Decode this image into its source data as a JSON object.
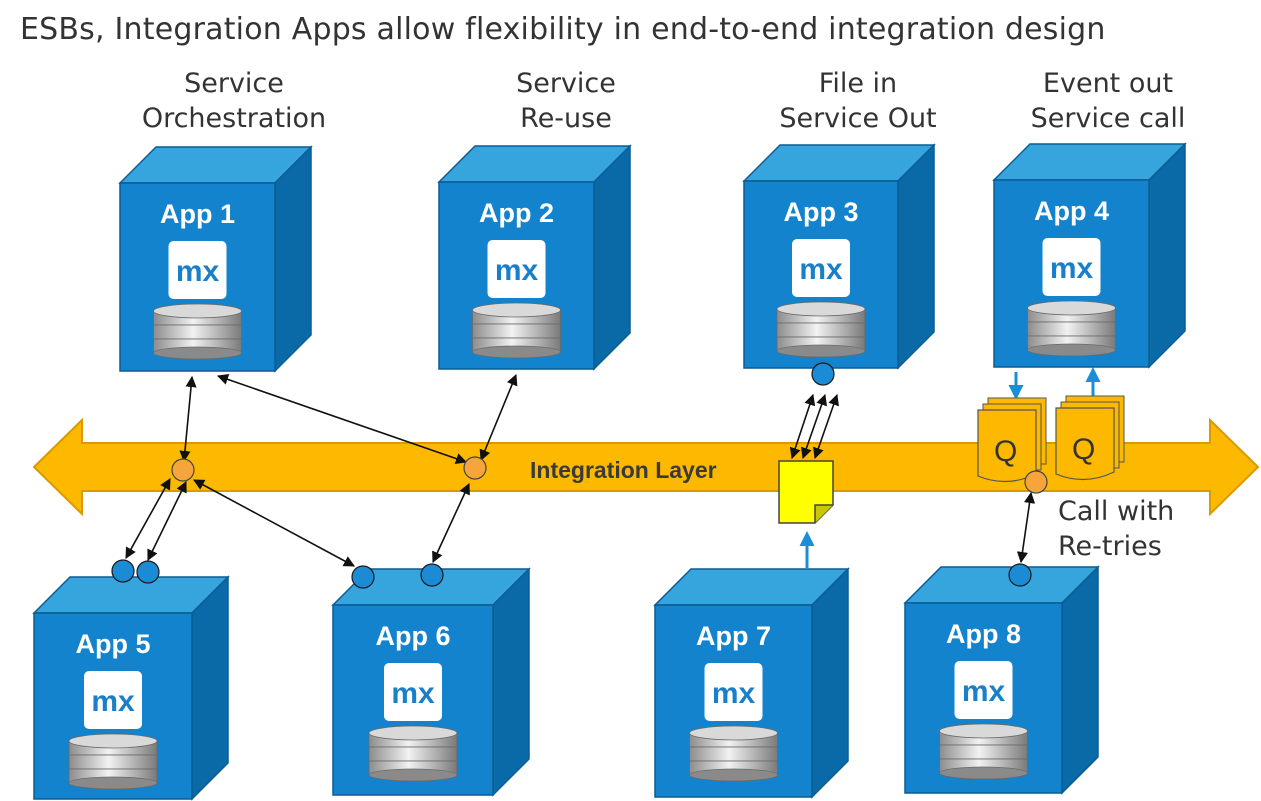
{
  "title": "ESBs, Integration Apps allow flexibility in end-to-end integration design",
  "captions": {
    "orchestration": [
      "Service",
      "Orchestration"
    ],
    "reuse": [
      "Service",
      "Re-use"
    ],
    "file": [
      "File in",
      "Service Out"
    ],
    "event": [
      "Event out",
      "Service call"
    ],
    "retries": [
      "Call with",
      "Re-tries"
    ]
  },
  "band_label": "Integration Layer",
  "queue_label": "Q",
  "logo_text": "mx",
  "apps": [
    "App 1",
    "App 2",
    "App 3",
    "App 4",
    "App 5",
    "App 6",
    "App 7",
    "App 8"
  ],
  "colors": {
    "cube_front": "#1283cc",
    "cube_top": "#36a5de",
    "cube_side": "#0a6aa8",
    "band": "#fcb900",
    "connector_orange": "#f6a53c",
    "connector_blue": "#1b8bd6",
    "file": "#ffff00",
    "arrow_blue": "#1a8fd8"
  },
  "icons": [
    "mx-logo",
    "database-icon",
    "file-icon",
    "queue-icon"
  ]
}
